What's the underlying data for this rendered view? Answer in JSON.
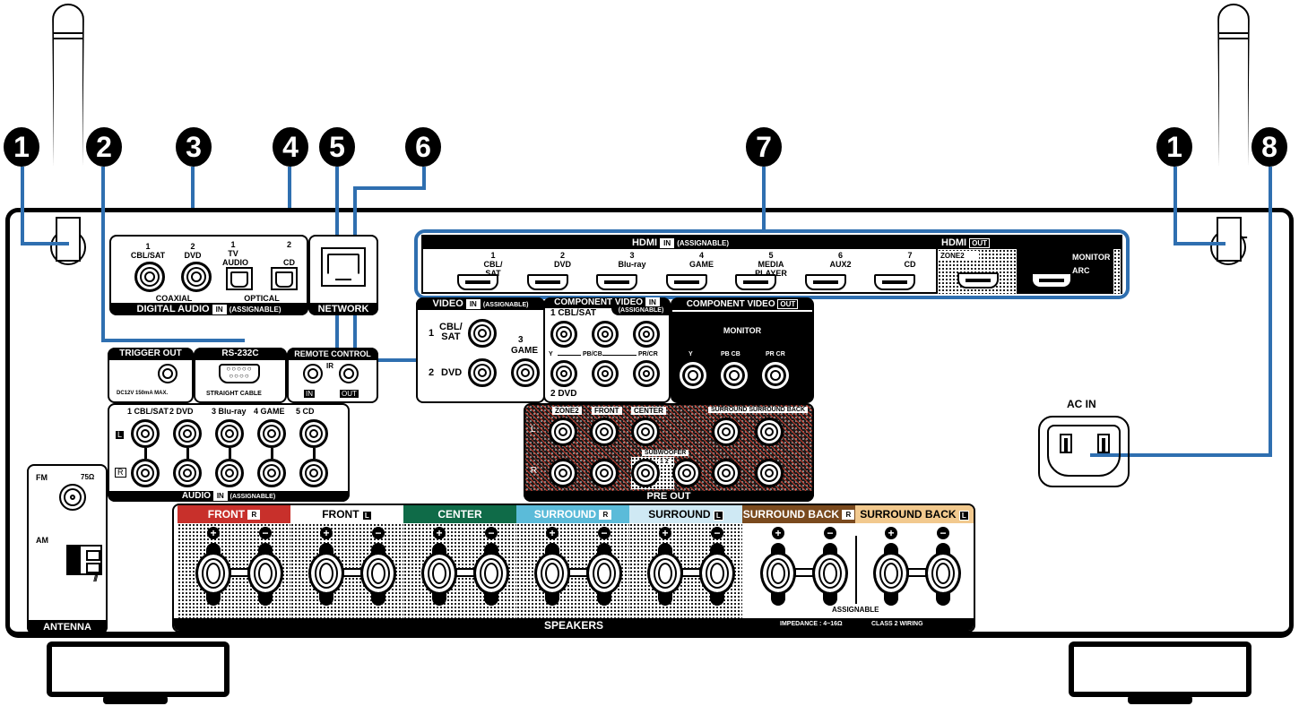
{
  "callouts": [
    {
      "id": "callout-1-left",
      "number": "1"
    },
    {
      "id": "callout-2",
      "number": "2"
    },
    {
      "id": "callout-3",
      "number": "3"
    },
    {
      "id": "callout-4",
      "number": "4"
    },
    {
      "id": "callout-5",
      "number": "5"
    },
    {
      "id": "callout-6",
      "number": "6"
    },
    {
      "id": "callout-7",
      "number": "7"
    },
    {
      "id": "callout-1-right",
      "number": "1"
    },
    {
      "id": "callout-8",
      "number": "8"
    }
  ],
  "colors": {
    "leader_line": "#2f6fb0",
    "front_r": "#c8302b",
    "center": "#0f6b48",
    "surround_r": "#5bbbd9",
    "surround_l": "#cfe9f4",
    "surround_back_r": "#7a4a1e",
    "surround_back_l": "#f2c98e"
  },
  "digital_audio": {
    "coax_1_num": "1",
    "coax_1": "CBL/SAT",
    "coax_2_num": "2",
    "coax_2": "DVD",
    "opt_1_num": "1",
    "opt_1": "TV",
    "opt_1b": "AUDIO",
    "opt_2_num": "2",
    "opt_2": "CD",
    "coaxial": "COAXIAL",
    "optical": "OPTICAL",
    "title": "DIGITAL AUDIO",
    "in": "IN",
    "assignable": "(ASSIGNABLE)"
  },
  "network": {
    "title": "NETWORK"
  },
  "hdmi_in": {
    "title": "HDMI",
    "in": "IN",
    "assignable": "(ASSIGNABLE)",
    "ports": [
      {
        "num": "1",
        "name": "CBL/",
        "name2": "SAT"
      },
      {
        "num": "2",
        "name": "DVD",
        "name2": ""
      },
      {
        "num": "3",
        "name": "Blu-ray",
        "name2": ""
      },
      {
        "num": "4",
        "name": "GAME",
        "name2": ""
      },
      {
        "num": "5",
        "name": "MEDIA",
        "name2": "PLAYER"
      },
      {
        "num": "6",
        "name": "AUX2",
        "name2": ""
      },
      {
        "num": "7",
        "name": "CD",
        "name2": ""
      }
    ]
  },
  "hdmi_out": {
    "title": "HDMI",
    "out": "OUT",
    "zone2": "ZONE2",
    "monitor": "MONITOR",
    "arc": "ARC"
  },
  "video_in": {
    "title": "VIDEO",
    "in": "IN",
    "assignable": "(ASSIGNABLE)",
    "p1_num": "1",
    "p1": "CBL/",
    "p1b": "SAT",
    "p2_num": "2",
    "p2": "DVD",
    "p3_num": "3",
    "p3": "GAME"
  },
  "component_in": {
    "title": "COMPONENT VIDEO",
    "in": "IN",
    "assignable": "(ASSIGNABLE)",
    "p1": "1 CBL/SAT",
    "p2": "2 DVD",
    "y": "Y",
    "pb": "PB/CB",
    "pr": "PR/CR"
  },
  "component_out": {
    "title": "COMPONENT VIDEO",
    "out": "OUT",
    "monitor": "MONITOR",
    "y": "Y",
    "pb": "PB CB",
    "pr": "PR CR"
  },
  "trigger": {
    "title": "TRIGGER OUT",
    "spec": "DC12V 150mA MAX."
  },
  "rs232": {
    "title": "RS-232C",
    "note": "STRAIGHT CABLE"
  },
  "remote": {
    "title": "REMOTE CONTROL",
    "ir": "IR",
    "in": "IN",
    "out": "OUT"
  },
  "audio_in": {
    "title": "AUDIO",
    "in": "IN",
    "assignable": "(ASSIGNABLE)",
    "l": "L",
    "r": "R",
    "ports": [
      "1 CBL/SAT",
      "2 DVD",
      "3 Blu-ray",
      "4 GAME",
      "5 CD"
    ]
  },
  "pre_out": {
    "title": "PRE OUT",
    "l": "L",
    "r": "R",
    "zone2": "ZONE2",
    "front": "FRONT",
    "center": "CENTER",
    "surround": "SURROUND SURROUND BACK",
    "subwoofer": "SUBWOOFER",
    "sub_nums": "1 2"
  },
  "antenna": {
    "fm": "FM",
    "ohm": "75Ω",
    "am": "AM",
    "title": "ANTENNA"
  },
  "ac_in": {
    "label": "AC IN"
  },
  "speakers": {
    "title": "SPEAKERS",
    "channels": [
      {
        "label": "FRONT",
        "side": "R"
      },
      {
        "label": "FRONT",
        "side": "L"
      },
      {
        "label": "CENTER",
        "side": ""
      },
      {
        "label": "SURROUND",
        "side": "R"
      },
      {
        "label": "SURROUND",
        "side": "L"
      },
      {
        "label": "SURROUND BACK",
        "side": "R"
      },
      {
        "label": "SURROUND BACK",
        "side": "L"
      }
    ],
    "plus": "+",
    "minus": "−",
    "assignable": "ASSIGNABLE",
    "impedance": "IMPEDANCE : 4~16Ω",
    "wiring": "CLASS 2 WIRING"
  }
}
